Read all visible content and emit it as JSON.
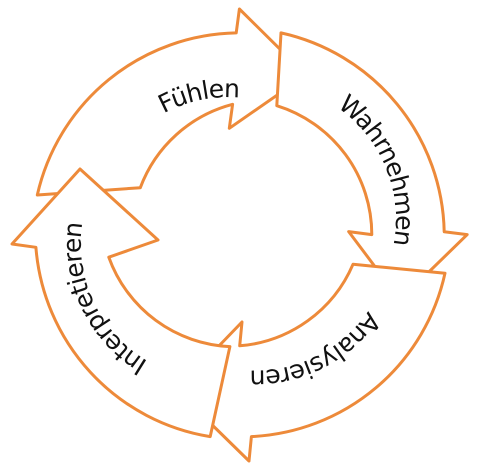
{
  "diagram": {
    "title": "",
    "stroke_color": "#ED8A3A",
    "fill_color": "#FFFFFF",
    "text_color": "#111111",
    "direction": "clockwise",
    "segments": [
      {
        "label": "Fühlen"
      },
      {
        "label": "Wahrnehmen"
      },
      {
        "label": "Analysieren"
      },
      {
        "label": "Interpretieren"
      }
    ]
  }
}
